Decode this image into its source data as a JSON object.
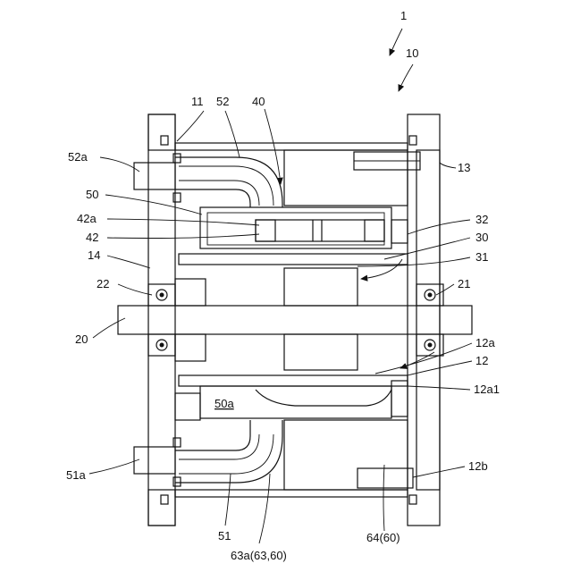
{
  "labels": {
    "l1": "1",
    "l10": "10",
    "l11": "11",
    "l52": "52",
    "l40": "40",
    "l52a": "52a",
    "l13": "13",
    "l50": "50",
    "l42a": "42a",
    "l42": "42",
    "l32": "32",
    "l30": "30",
    "l14": "14",
    "l31": "31",
    "l22": "22",
    "l21": "21",
    "l20": "20",
    "l12a": "12a",
    "l12": "12",
    "l12a1": "12a1",
    "l50a": "50a",
    "l51a": "51a",
    "l12b": "12b",
    "l51": "51",
    "l64": "64(60)",
    "l63a": "63a(63,60)"
  }
}
